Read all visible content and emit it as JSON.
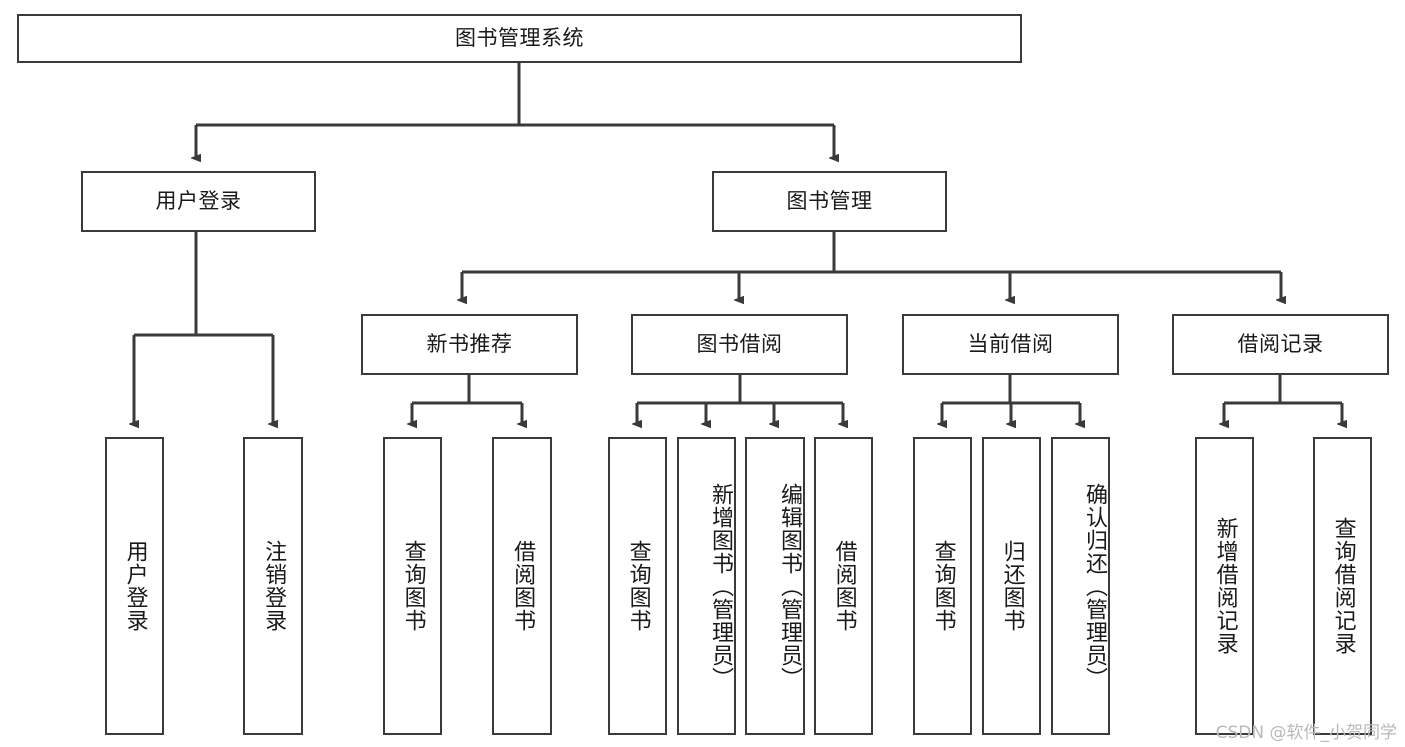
{
  "diagram": {
    "title": "图书管理系统",
    "root": {
      "label": "图书管理系统"
    },
    "level2": [
      {
        "label": "用户登录"
      },
      {
        "label": "图书管理"
      }
    ],
    "level3": [
      {
        "label": "新书推荐"
      },
      {
        "label": "图书借阅"
      },
      {
        "label": "当前借阅"
      },
      {
        "label": "借阅记录"
      }
    ],
    "leaves": {
      "user_login": [
        {
          "label": "用户登录"
        },
        {
          "label": "注销登录"
        }
      ],
      "new_book_recommend": [
        {
          "label": "查询图书"
        },
        {
          "label": "借阅图书"
        }
      ],
      "book_borrow": [
        {
          "label": "查询图书"
        },
        {
          "label": "新增图书（管理员）"
        },
        {
          "label": "编辑图书（管理员）"
        },
        {
          "label": "借阅图书"
        }
      ],
      "current_borrow": [
        {
          "label": "查询图书"
        },
        {
          "label": "归还图书"
        },
        {
          "label": "确认归还（管理员）"
        }
      ],
      "borrow_records": [
        {
          "label": "新增借阅记录"
        },
        {
          "label": "查询借阅记录"
        }
      ]
    }
  },
  "watermark": {
    "text": "CSDN @软件_小贺同学"
  },
  "colors": {
    "stroke": "#3a3a3a",
    "background": "#ffffff",
    "text": "#1a1a1a",
    "watermark": "#b9b9b9"
  }
}
